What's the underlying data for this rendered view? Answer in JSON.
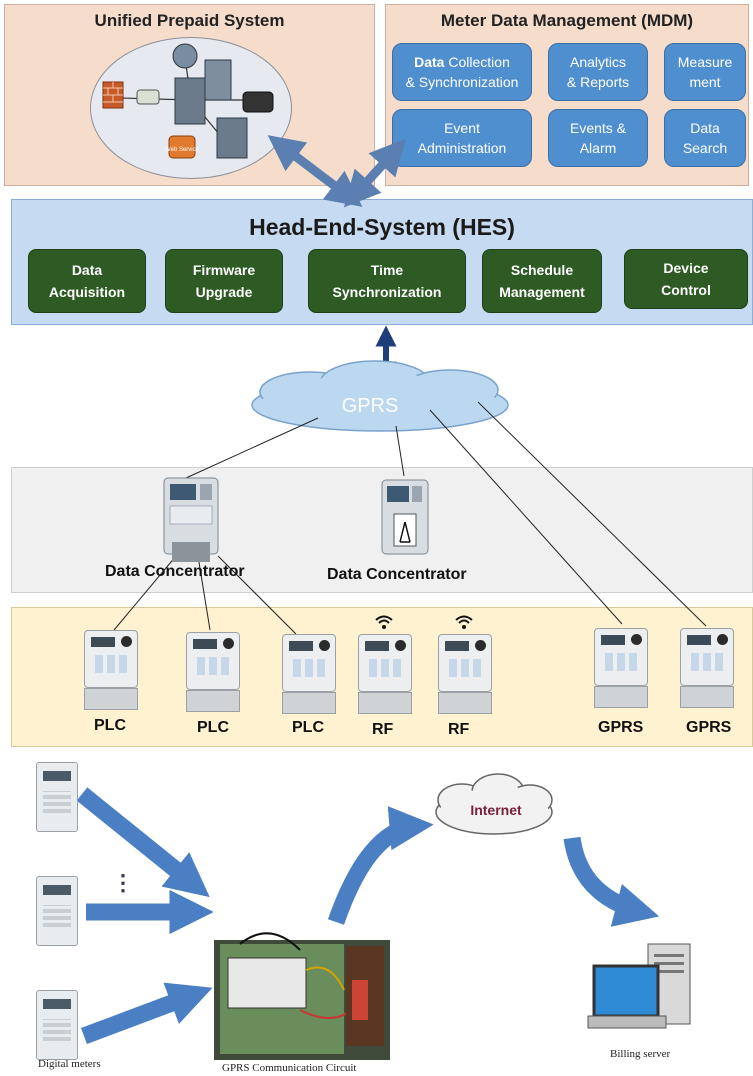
{
  "ups": {
    "title": "Unified Prepaid System",
    "web_service_label": "Web Service"
  },
  "mdm": {
    "title": "Meter Data Management (MDM)",
    "modules": [
      {
        "bold": "Data",
        "rest": " Collection\n& Synchronization"
      },
      {
        "bold": "",
        "rest": "Analytics\n& Reports"
      },
      {
        "bold": "",
        "rest": "Measure\nment"
      },
      {
        "bold": "",
        "rest": "Event\nAdministration"
      },
      {
        "bold": "",
        "rest": "Events &\nAlarm"
      },
      {
        "bold": "",
        "rest": "Data\nSearch"
      }
    ]
  },
  "hes": {
    "title": "Head-End-System (HES)",
    "modules": [
      "Data\nAcquisition",
      "Firmware\nUpgrade",
      "Time\nSynchronization",
      "Schedule\nManagement",
      "Device\nControl"
    ]
  },
  "network": {
    "gprs_cloud": "GPRS"
  },
  "concentrators": [
    "Data Concentrator",
    "Data Concentrator"
  ],
  "meters": [
    "PLC",
    "PLC",
    "PLC",
    "RF",
    "RF",
    "GPRS",
    "GPRS"
  ],
  "bottom": {
    "internet_label": "Internet",
    "ellipsis": "⋮",
    "captions": {
      "digital_meters": "Digital meters",
      "circuit": "GPRS Communication Circuit",
      "billing": "Billing server"
    }
  },
  "colors": {
    "mdm_button": "#4f8fd0",
    "hes_button": "#2e5b24",
    "arrow": "#5a7fb0",
    "big_arrow": "#4a7fc4"
  }
}
